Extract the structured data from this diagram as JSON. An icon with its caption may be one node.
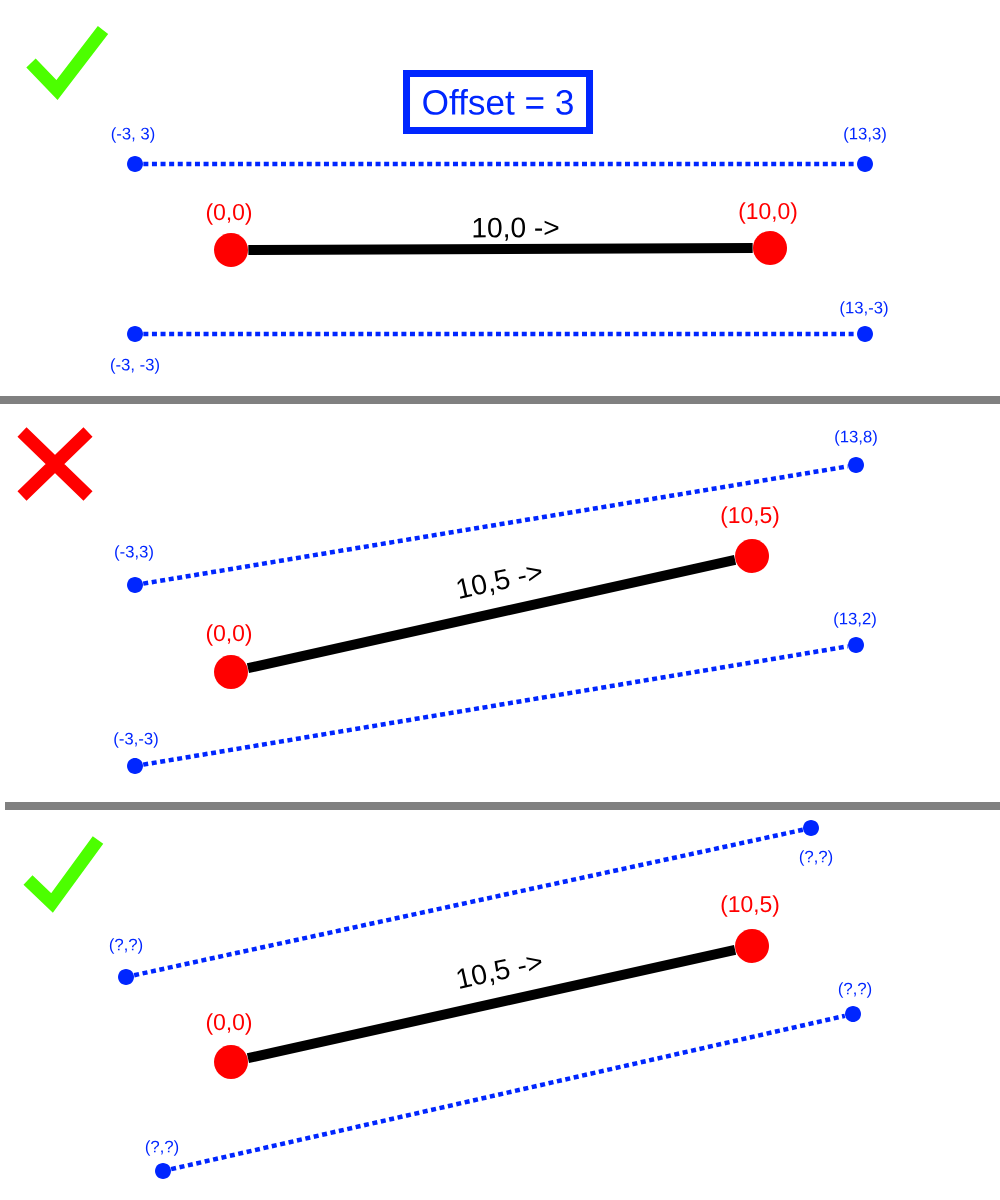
{
  "diagram": {
    "nodes": [
      {
        "text": [
          "Offset = 3"
        ]
      },
      {
        "text": [],
        "shape": "circle",
        "beside": [
          "(-3, 3)"
        ]
      },
      {
        "text": [],
        "shape": "circle",
        "beside": [
          "(13,3)"
        ]
      },
      {
        "text": [],
        "shape": "circle",
        "beside": [
          "(0,0)"
        ]
      },
      {
        "text": [],
        "shape": "circle",
        "beside": [
          "(10,0)"
        ]
      },
      {
        "text": [],
        "shape": "circle",
        "beside": [
          "(-3, -3)"
        ]
      },
      {
        "text": [],
        "shape": "circle",
        "beside": [
          "(13,-3)"
        ]
      },
      {
        "text": [],
        "shape": "circle",
        "beside": [
          "(-3,3)"
        ]
      },
      {
        "text": [],
        "shape": "circle",
        "beside": [
          "(13,8)"
        ]
      },
      {
        "text": [],
        "shape": "circle",
        "beside": [
          "(0,0)"
        ]
      },
      {
        "text": [],
        "shape": "circle",
        "beside": [
          "(10,5)"
        ]
      },
      {
        "text": [],
        "shape": "circle",
        "beside": [
          "(-3,-3)"
        ]
      },
      {
        "text": [],
        "shape": "circle",
        "beside": [
          "(13,2)"
        ]
      },
      {
        "text": [],
        "shape": "circle",
        "beside": [
          "(?,?)"
        ]
      },
      {
        "text": [],
        "shape": "circle",
        "beside": [
          "(?,?)"
        ]
      },
      {
        "text": [],
        "shape": "circle",
        "beside": [
          "(0,0)"
        ]
      },
      {
        "text": [],
        "shape": "circle",
        "beside": [
          "(10,5)"
        ]
      },
      {
        "text": [],
        "shape": "circle",
        "beside": [
          "(?,?)"
        ]
      },
      {
        "text": [],
        "shape": "circle",
        "beside": [
          "(?,?)"
        ]
      }
    ],
    "edges": [
      {
        "from": 1,
        "to": 2,
        "arrow": "none",
        "style": "dashed"
      },
      {
        "from": 3,
        "to": 4,
        "arrow": "none",
        "label": "10,0 ->",
        "style": "thick",
        "color": "#000000"
      },
      {
        "from": 5,
        "to": 6,
        "arrow": "none",
        "style": "dashed"
      },
      {
        "from": 7,
        "to": 8,
        "arrow": "none",
        "style": "dashed"
      },
      {
        "from": 9,
        "to": 10,
        "arrow": "none",
        "label": "10,5 ->",
        "style": "thick",
        "color": "#000000"
      },
      {
        "from": 11,
        "to": 12,
        "arrow": "none",
        "style": "dashed"
      },
      {
        "from": 13,
        "to": 14,
        "arrow": "none",
        "style": "dashed"
      },
      {
        "from": 15,
        "to": 16,
        "arrow": "none",
        "label": "10,5 ->",
        "style": "thick",
        "color": "#000000"
      },
      {
        "from": 17,
        "to": 18,
        "arrow": "none",
        "style": "dashed"
      }
    ]
  }
}
